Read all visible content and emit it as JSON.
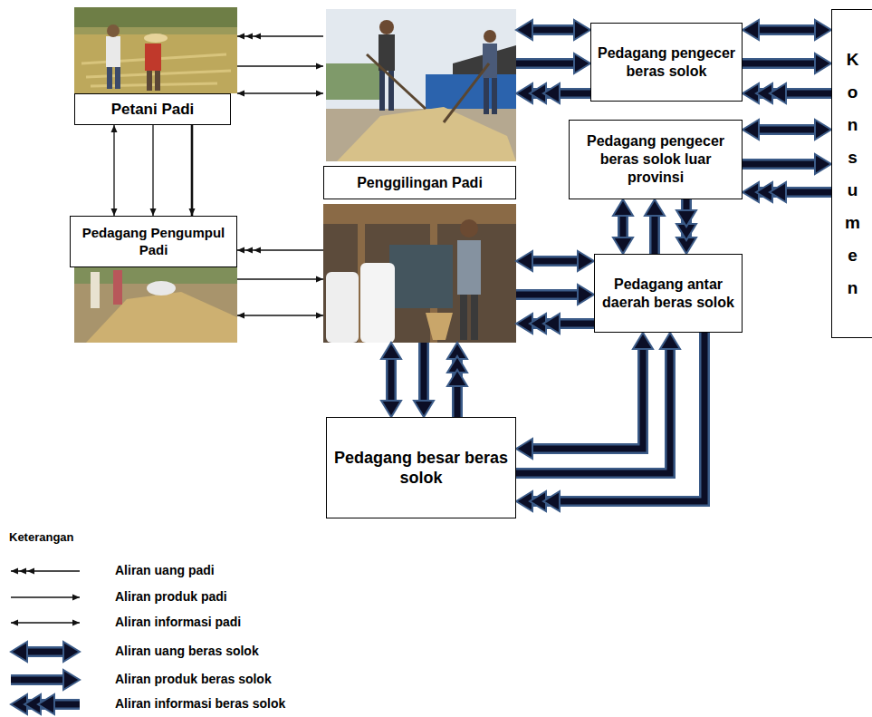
{
  "diagram": {
    "nodes": [
      {
        "text": [
          "Petani Padi"
        ]
      },
      {
        "text": [
          "Penggilingan Padi"
        ]
      },
      {
        "text": [
          "Pedagang pengecer beras solok"
        ]
      },
      {
        "text": [
          "Konsumen"
        ]
      },
      {
        "text": [
          "Pedagang pengecer beras solok luar provinsi"
        ]
      },
      {
        "text": [
          "Pedagang Pengumpul Padi"
        ]
      },
      {
        "text": [
          "Pedagang antar daerah beras solok"
        ]
      },
      {
        "text": [
          "Pedagang besar beras solok"
        ]
      }
    ],
    "edges": [
      {
        "from": 1,
        "to": 0,
        "arrow": "to"
      },
      {
        "from": 0,
        "to": 1,
        "arrow": "to"
      },
      {
        "from": 0,
        "to": 1,
        "arrow": "both"
      },
      {
        "from": 0,
        "to": 5,
        "arrow": "both"
      },
      {
        "from": 0,
        "to": 5,
        "arrow": "to"
      },
      {
        "from": 0,
        "to": 5,
        "arrow": "to"
      },
      {
        "from": 1,
        "to": 5,
        "arrow": "to"
      },
      {
        "from": 5,
        "to": 1,
        "arrow": "to"
      },
      {
        "from": 5,
        "to": 1,
        "arrow": "both"
      },
      {
        "from": 1,
        "to": 2,
        "arrow": "both"
      },
      {
        "from": 1,
        "to": 2,
        "arrow": "to"
      },
      {
        "from": 2,
        "to": 1,
        "arrow": "to"
      },
      {
        "from": 2,
        "to": 3,
        "arrow": "both"
      },
      {
        "from": 2,
        "to": 3,
        "arrow": "to"
      },
      {
        "from": 3,
        "to": 2,
        "arrow": "to"
      },
      {
        "from": 4,
        "to": 3,
        "arrow": "both"
      },
      {
        "from": 4,
        "to": 3,
        "arrow": "to"
      },
      {
        "from": 3,
        "to": 4,
        "arrow": "to"
      },
      {
        "from": 1,
        "to": 6,
        "arrow": "both"
      },
      {
        "from": 1,
        "to": 6,
        "arrow": "to"
      },
      {
        "from": 6,
        "to": 1,
        "arrow": "to"
      },
      {
        "from": 6,
        "to": 4,
        "arrow": "both"
      },
      {
        "from": 6,
        "to": 4,
        "arrow": "to"
      },
      {
        "from": 4,
        "to": 6,
        "arrow": "to"
      },
      {
        "from": 1,
        "to": 7,
        "arrow": "both"
      },
      {
        "from": 1,
        "to": 7,
        "arrow": "to"
      },
      {
        "from": 7,
        "to": 1,
        "arrow": "to"
      },
      {
        "from": 7,
        "to": 6,
        "arrow": "both"
      },
      {
        "from": 7,
        "to": 6,
        "arrow": "to"
      },
      {
        "from": 6,
        "to": 7,
        "arrow": "to"
      }
    ],
    "labels": [
      "Keterangan"
    ],
    "legend": [
      {
        "text": "Aliran uang padi"
      },
      {
        "text": "Aliran produk padi"
      },
      {
        "text": "Aliran informasi padi"
      },
      {
        "text": "Aliran uang beras solok"
      },
      {
        "text": "Aliran produk beras solok"
      },
      {
        "text": "Aliran informasi beras solok"
      }
    ]
  }
}
